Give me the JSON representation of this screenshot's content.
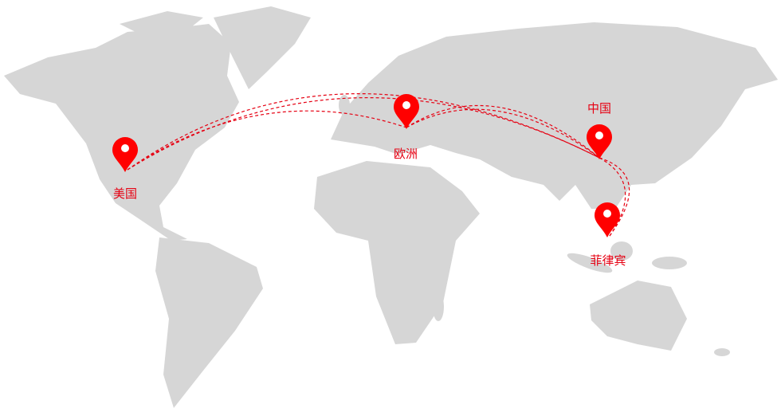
{
  "map": {
    "accent_color": "#ff0000",
    "land_color": "#d6d6d6",
    "markers": [
      {
        "id": "usa",
        "label": "美国",
        "icon": "map-pin-icon"
      },
      {
        "id": "europe",
        "label": "欧洲",
        "icon": "map-pin-icon"
      },
      {
        "id": "china",
        "label": "中国",
        "icon": "map-pin-icon"
      },
      {
        "id": "philippines",
        "label": "菲律宾",
        "icon": "map-pin-icon"
      }
    ]
  }
}
